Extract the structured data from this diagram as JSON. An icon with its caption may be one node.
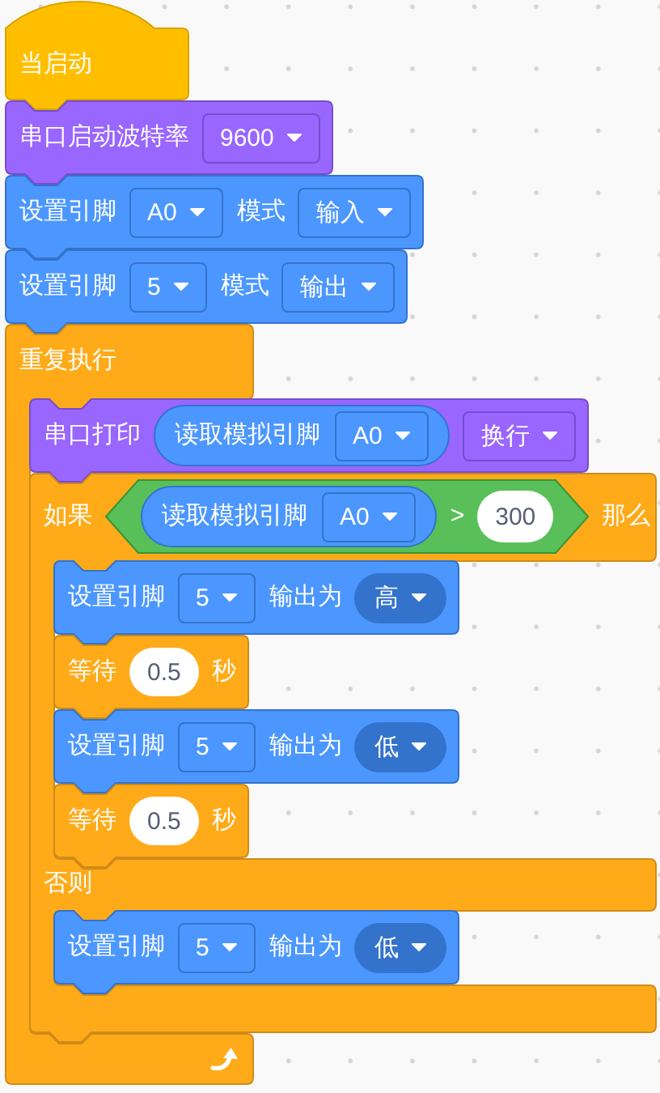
{
  "diagram": {
    "nodes": [
      {
        "text": [
          "当启动"
        ]
      },
      {
        "text": [
          "串口启动波特率"
        ]
      },
      {
        "text": [
          "9600"
        ],
        "in": 1
      },
      {
        "text": [
          "设置引脚",
          "模式"
        ]
      },
      {
        "text": [
          "A0"
        ],
        "in": 3
      },
      {
        "text": [
          "输入"
        ],
        "in": 3
      },
      {
        "text": [
          "设置引脚",
          "模式"
        ]
      },
      {
        "text": [
          "5"
        ],
        "in": 6
      },
      {
        "text": [
          "输出"
        ],
        "in": 6
      },
      {
        "text": [
          "重复执行"
        ]
      },
      {
        "text": [
          "串口打印"
        ]
      },
      {
        "text": [
          "读取模拟引脚"
        ],
        "in": 10
      },
      {
        "text": [
          "A0"
        ],
        "in": 11
      },
      {
        "text": [
          "换行"
        ],
        "in": 10
      },
      {
        "text": [
          "如果",
          "那么",
          "否则"
        ]
      },
      {
        "text": [
          ">"
        ],
        "in": 14
      },
      {
        "text": [
          "读取模拟引脚"
        ],
        "in": 15
      },
      {
        "text": [
          "A0"
        ],
        "in": 16
      },
      {
        "text": [
          "300"
        ],
        "in": 15
      },
      {
        "text": [
          "设置引脚",
          "输出为"
        ],
        "in": 14
      },
      {
        "text": [
          "5"
        ],
        "in": 19
      },
      {
        "text": [
          "高"
        ],
        "in": 19
      },
      {
        "text": [
          "等待",
          "秒"
        ],
        "in": 14
      },
      {
        "text": [
          "0.5"
        ],
        "in": 22
      },
      {
        "text": [
          "设置引脚",
          "输出为"
        ],
        "in": 14
      },
      {
        "text": [
          "5"
        ],
        "in": 24
      },
      {
        "text": [
          "低"
        ],
        "in": 24
      },
      {
        "text": [
          "等待",
          "秒"
        ],
        "in": 14
      },
      {
        "text": [
          "0.5"
        ],
        "in": 27
      },
      {
        "text": [
          "设置引脚",
          "输出为"
        ],
        "in": 14
      },
      {
        "text": [
          "5"
        ],
        "in": 29
      },
      {
        "text": [
          "低"
        ],
        "in": 29
      }
    ]
  }
}
